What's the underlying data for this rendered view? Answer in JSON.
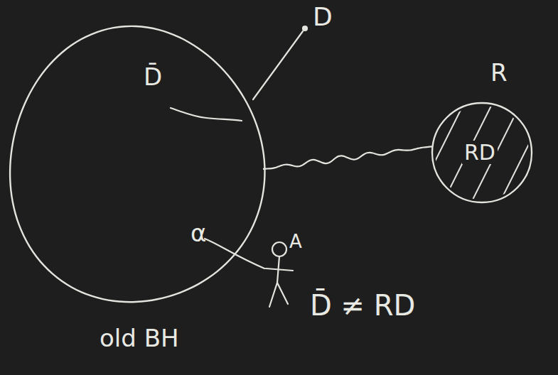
{
  "diagram": {
    "nodes": [
      {
        "text": [
          "D̄",
          "α",
          "old BH"
        ]
      },
      {
        "text": [
          "R",
          "RD"
        ]
      }
    ],
    "edges": [
      {
        "from": 0,
        "to": 1,
        "arrow": "none"
      }
    ],
    "labels": [
      "D",
      "A",
      "D̄ ≠ RD"
    ]
  }
}
